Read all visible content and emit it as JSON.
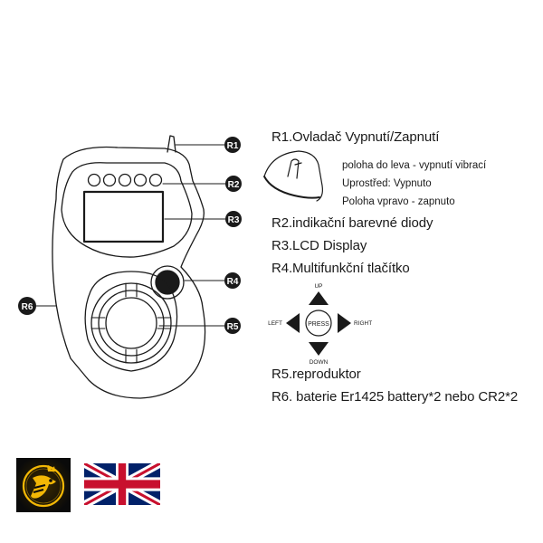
{
  "callouts": [
    "R1",
    "R2",
    "R3",
    "R4",
    "R5",
    "R6"
  ],
  "legend": {
    "r1": "R1.Ovladač Vypnutí/Zapnutí",
    "r1_left": "poloha do leva - vypnutí vibrací",
    "r1_middle": "Uprostřed: Vypnuto",
    "r1_right": "Poloha vpravo - zapnuto",
    "r2": "R2.indikační barevné diody",
    "r3": "R3.LCD Display",
    "r4": "R4.Multifunkční tlačítko",
    "r5": "R5.reproduktor",
    "r6": "R6. baterie Er1425 battery*2 nebo CR2*2"
  },
  "dpad": {
    "up": "UP",
    "down": "DOWN",
    "left": "LEFT",
    "right": "RIGHT",
    "center": "PRESS"
  },
  "colors": {
    "line": "#1a1a1a",
    "badge_bg": "#0a0a0a",
    "badge_accent": "#f2b705",
    "flag_blue": "#012169",
    "flag_red": "#C8102E"
  },
  "icons": [
    "wasp-logo-icon",
    "union-jack-flag-icon"
  ]
}
